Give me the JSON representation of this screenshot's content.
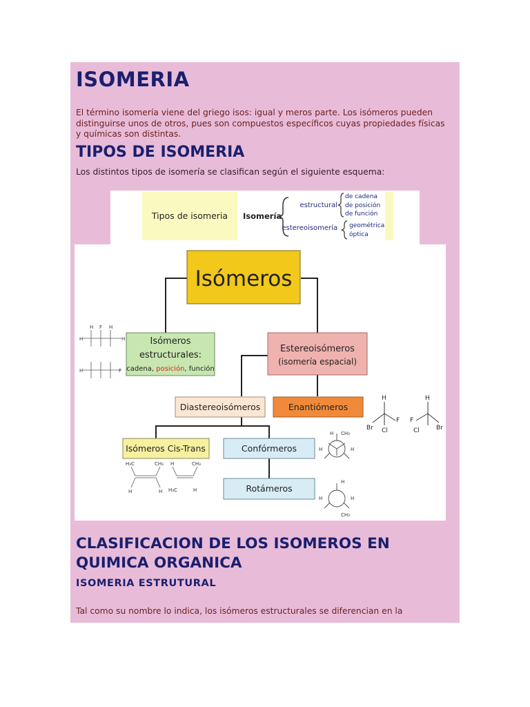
{
  "title": "ISOMERIA",
  "intro": "El término isomería viene del griego isos: igual y meros parte. Los isómeros pueden distinguirse unos de otros, pues son compuestos específicos cuyas propiedades físicas y químicas son distintas.",
  "intro_lines": [
    "El término isomería viene del griego isos: igual y meros parte. Los isómeros pueden",
    "distinguirse unos de otros, pues son compuestos específicos cuyas propiedades físicas",
    "y químicas son distintas."
  ],
  "tipos_heading": "TIPOS DE ISOMERIA",
  "tipos_text": "Los distintos tipos de isomería se clasifican según el siguiente esquema:",
  "scheme": {
    "label": "Tipos de isomeria",
    "root": "Isomería",
    "estructural": "estructural",
    "estructural_items": [
      "de cadena",
      "de posición",
      "de función"
    ],
    "estereo": "estereoisomería",
    "estereo_items": [
      "geométrica",
      "óptica"
    ]
  },
  "diagram": {
    "root": "Isómeros",
    "estructurales_lines": [
      "Isómeros",
      "estructurales:"
    ],
    "estructurales_sub": [
      "cadena",
      ", ",
      "posición",
      ", ",
      "función"
    ],
    "estereo_lines": [
      "Estereoisómeros",
      "(isomería espacial)"
    ],
    "diastereo": "Diastereoisómeros",
    "enantio": "Enantiómeros",
    "cistrans": "Isómeros Cis-Trans",
    "conformeros": "Confórmeros",
    "rotameros": "Rotámeros",
    "atoms": {
      "H": "H",
      "C": "C",
      "F": "F",
      "Cl": "Cl",
      "Br": "Br",
      "CH3": "CH₃",
      "H3C": "H₃C"
    }
  },
  "clasif_heading_lines": [
    "CLASIFICACION DE LOS ISOMEROS EN",
    "QUIMICA ORGANICA"
  ],
  "isomeria_estructural": "ISOMERIA ESTRUTURAL",
  "bottom_text": "Tal como su nombre lo indica, los isómeros estructurales se diferencian en la",
  "colors": {
    "panel_bg": "#e8bcd8",
    "heading": "#1a1f6e",
    "body_text": "#6b1f1f",
    "root_box": "#f2c81a",
    "estructurales_box": "#c8e6b0",
    "estereo_box": "#f0b2ae",
    "diastereo_box": "#fbe6d4",
    "enantio_box": "#f08a3a",
    "cistrans_box": "#f6f0a0",
    "conform_box": "#d8ecf6"
  }
}
